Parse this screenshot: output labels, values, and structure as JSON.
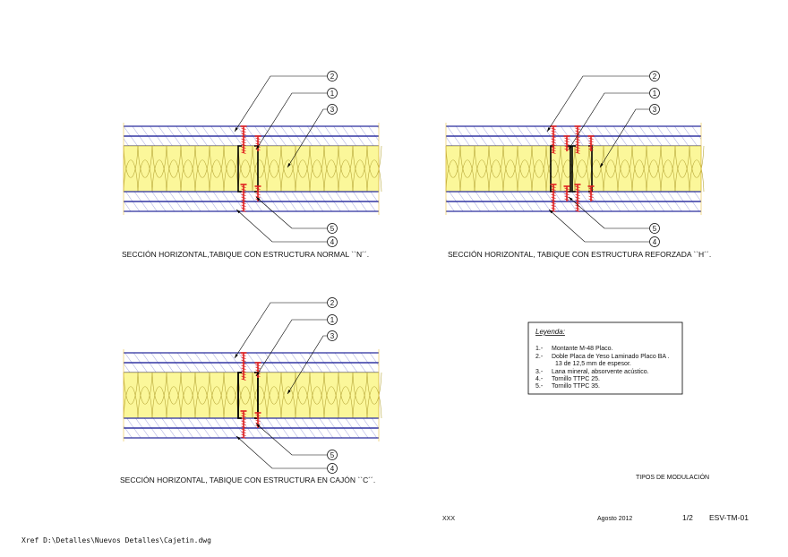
{
  "details": [
    {
      "caption": "SECCIÓN HORIZONTAL,TABIQUE CON ESTRUCTURA NORMAL ``N´´.",
      "callouts": [
        "2",
        "1",
        "3",
        "5",
        "4"
      ]
    },
    {
      "caption": "SECCIÓN HORIZONTAL, TABIQUE CON ESTRUCTURA REFORZADA ``H´´.",
      "callouts": [
        "2",
        "1",
        "3",
        "5",
        "4"
      ]
    },
    {
      "caption": "SECCIÓN HORIZONTAL, TABIQUE CON ESTRUCTURA EN CAJÓN ``C´´.",
      "callouts": [
        "2",
        "1",
        "3",
        "5",
        "4"
      ]
    }
  ],
  "legend": {
    "title": "Leyenda:",
    "items": [
      {
        "num": "1.-",
        "lines": [
          "Montante M-48 Placo."
        ]
      },
      {
        "num": "2.-",
        "lines": [
          "Doble Placa de Yeso Laminado Placo BA .",
          "13 de 12,5 mm de espesor."
        ]
      },
      {
        "num": "3.-",
        "lines": [
          "Lana mineral, absorvente acústico."
        ]
      },
      {
        "num": "4.-",
        "lines": [
          "Tornillo TTPC 25."
        ]
      },
      {
        "num": "5.-",
        "lines": [
          "Tornillo TTPC 35."
        ]
      }
    ]
  },
  "title_block": {
    "title": "TIPOS DE MODULACIÓN",
    "project": "XXX",
    "date": "Agosto 2012",
    "sheet": "1/2",
    "code": "ESV-TM-01"
  },
  "xref": "Xref D:\\Detalles\\Nuevos Detalles\\Cajetin.dwg",
  "colors": {
    "board_line": "#2b2f9e",
    "board_hatch": "#6a6cc8",
    "insulation": "#fbf79a",
    "insulation_line": "#b8a83a",
    "screw": "#e02020",
    "stud": "#000000",
    "leader": "#000000"
  }
}
